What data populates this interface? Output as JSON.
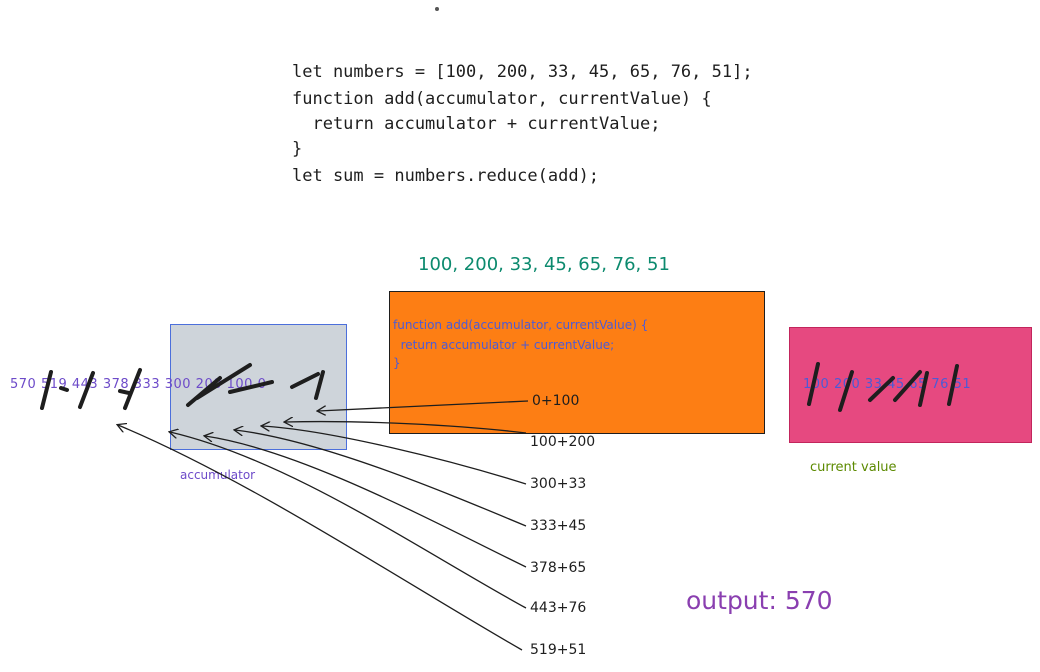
{
  "code": {
    "lines": [
      "let numbers = [100, 200, 33, 45, 65, 76, 51];",
      "function add(accumulator, currentValue) {",
      "  return accumulator + currentValue;",
      "}",
      "let sum = numbers.reduce(add);"
    ]
  },
  "array_label": "100, 200, 33, 45, 65, 76, 51",
  "function_box": {
    "lines": [
      "function add(accumulator, currentValue) {",
      "  return accumulator + currentValue;",
      "}"
    ]
  },
  "accumulator": {
    "values": "570 519 443 378 333 300 200 100 0",
    "label": "accumulator"
  },
  "current_value": {
    "values": "100 200 33 45 65 76 51",
    "label": "current value"
  },
  "steps": [
    "0+100",
    "100+200",
    "300+33",
    "333+45",
    "378+65",
    "443+76",
    "519+51"
  ],
  "output": "output: 570",
  "colors": {
    "array_label": "#0c8a6e",
    "function_box_fill": "#fd7e14",
    "function_text": "#4c5bd6",
    "accumulator_box_fill": "#ced4da",
    "accumulator_box_border": "#4c6fdb",
    "accumulator_text": "#6d4bc9",
    "current_box_fill": "#e64980",
    "current_box_border": "#c2255c",
    "current_value_values": "#4c5bd6",
    "current_value_label": "#5c8a00",
    "output_text": "#8a3fb0",
    "ink": "#1e1e1e"
  }
}
